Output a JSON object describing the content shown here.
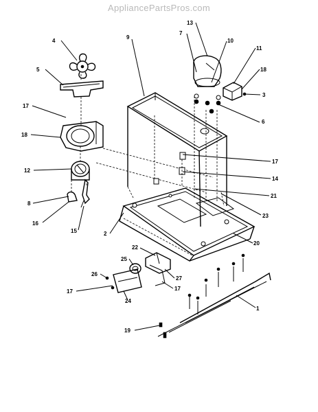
{
  "watermark": {
    "text": "AppliancePartsPros.com",
    "color": "#b9b9b9"
  },
  "ink_color": "#000000",
  "callouts": [
    "1",
    "2",
    "3",
    "4",
    "5",
    "6",
    "7",
    "8",
    "9",
    "10",
    "11",
    "12",
    "13",
    "14",
    "15",
    "16",
    "17",
    "18",
    "19",
    "20",
    "21",
    "22",
    "23",
    "24",
    "25",
    "26",
    "27"
  ]
}
